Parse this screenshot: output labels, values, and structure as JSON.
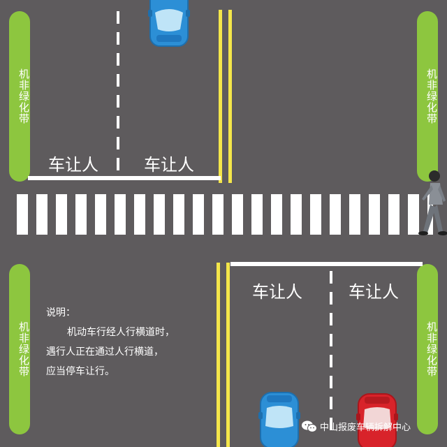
{
  "lane_markings": {
    "top_left": "车让人",
    "top_right": "车让人",
    "bottom_left": "车让人",
    "bottom_right": "车让人"
  },
  "medians": {
    "top_left": "机非绿化带",
    "top_right": "机非绿化带",
    "bottom_left": "机非绿化带",
    "bottom_right": "机非绿化带"
  },
  "note": {
    "heading": "说明：",
    "lines": [
      "机动车行经人行横道时，",
      "遇行人正在通过人行横道，",
      "应当停车让行。"
    ]
  },
  "watermark": {
    "text": "中山报废车辆拆解中心",
    "icon": "wechat-icon"
  },
  "colors": {
    "road": "#5e5b5d",
    "median": "#8dc63f",
    "center_line": "#f4e64a",
    "car_blue": "#2c8fd6",
    "car_red": "#d8232a",
    "marking": "#ffffff"
  }
}
